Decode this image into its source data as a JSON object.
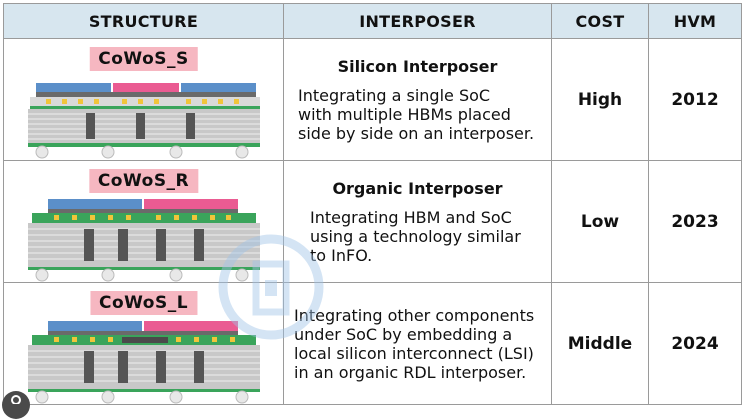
{
  "table": {
    "headers": [
      "STRUCTURE",
      "INTERPOSER",
      "COST",
      "HVM"
    ],
    "rows": [
      {
        "tag": "CoWoS_S",
        "interposer_title": "Silicon Interposer",
        "interposer_desc": "Integrating a single SoC\nwith multiple HBMs placed\nside by side on an interposer.",
        "cost": "High",
        "hvm": "2012"
      },
      {
        "tag": "CoWoS_R",
        "interposer_title": "Organic Interposer",
        "interposer_desc": "Integrating HBM and SoC\nusing a technology similar\nto InFO.",
        "cost": "Low",
        "hvm": "2023"
      },
      {
        "tag": "CoWoS_L",
        "interposer_title": "",
        "interposer_desc": "Integrating other components\nunder SoC by embedding a\nlocal silicon interconnect (LSI)\nin an organic RDL interposer.",
        "cost": "Middle",
        "hvm": "2024"
      }
    ]
  },
  "colors": {
    "header_bg": "#d7e6ef",
    "tag_bg": "#f6b7c1",
    "hbm_blue": "#5b8fc9",
    "soc_pink": "#ea5b92",
    "substrate_green": "#3aa45b",
    "interposer_gray": "#c8c8c8"
  },
  "icons": {
    "watermark": "shield-logo-icon",
    "corner": "camera-lens-icon"
  }
}
